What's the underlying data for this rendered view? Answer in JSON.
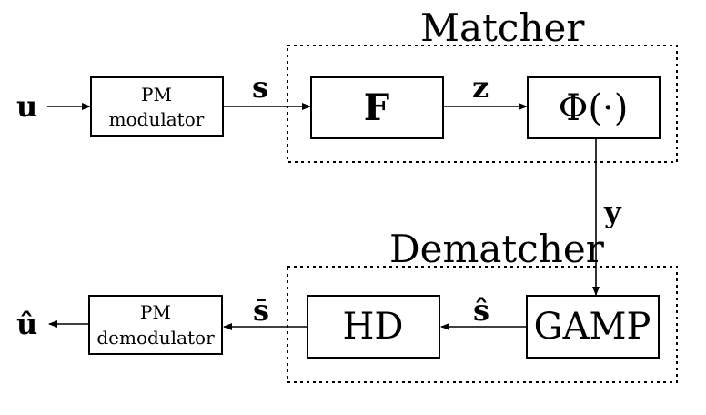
{
  "groups": {
    "matcher": "Matcher",
    "dematcher": "Dematcher"
  },
  "blocks": {
    "pm_modulator": {
      "line1": "PM",
      "line2": "modulator"
    },
    "f": "F",
    "phi": "Φ(·)",
    "pm_demodulator": {
      "line1": "PM",
      "line2": "demodulator"
    },
    "hd": "HD",
    "gamp": "GAMP"
  },
  "signals": {
    "u": "u",
    "s": "s",
    "z": "z",
    "y": "y",
    "s_hat": "ŝ",
    "s_bar": "s̄",
    "u_hat": "û"
  },
  "colors": {
    "stroke": "#000000",
    "background": "#ffffff"
  }
}
